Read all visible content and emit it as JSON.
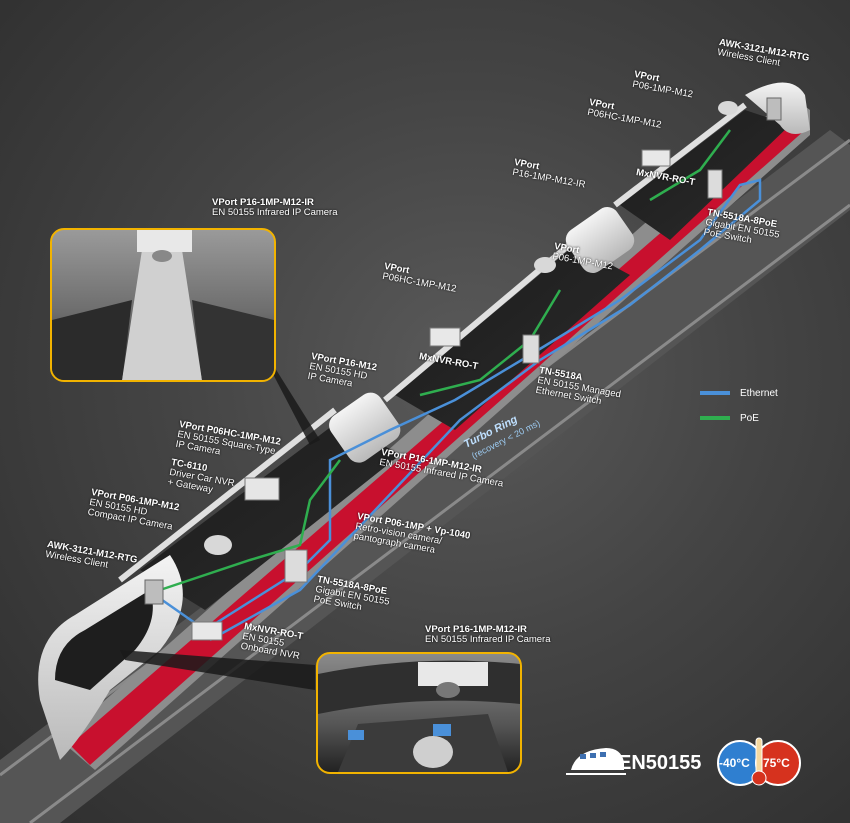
{
  "labels": {
    "awk_rear": {
      "title": "AWK-3121-M12-RTG",
      "lines": [
        "Wireless Client"
      ]
    },
    "vport_p06_rear": {
      "title": "VPort",
      "lines": [
        "P06-1MP-M12"
      ]
    },
    "vport_p06hc_rear": {
      "title": "VPort",
      "lines": [
        "P06HC-1MP-M12"
      ]
    },
    "vport_p16_rear": {
      "title": "VPort",
      "lines": [
        "P16-1MP-M12-IR"
      ]
    },
    "mxnvr_rear": {
      "title": "MxNVR-RO-T",
      "lines": []
    },
    "tn5518a_rear": {
      "title": "TN-5518A-8PoE",
      "lines": [
        "Gigabit EN 50155",
        "PoE Switch"
      ]
    },
    "vport_p06_mid": {
      "title": "VPort",
      "lines": [
        "P06-1MP-M12"
      ]
    },
    "vport_p06hc_mid": {
      "title": "VPort",
      "lines": [
        "P06HC-1MP-M12"
      ]
    },
    "mxnvr_mid": {
      "title": "MxNVR-RO-T",
      "lines": []
    },
    "tn5518a_mid": {
      "title": "TN-5518A",
      "lines": [
        "EN 50155 Managed",
        "Ethernet Switch"
      ]
    },
    "vport_p16m12": {
      "title": "VPort P16-M12",
      "lines": [
        "EN 50155 HD",
        "IP Camera"
      ]
    },
    "vport_p06hc_front": {
      "title": "VPort P06HC-1MP-M12",
      "lines": [
        "EN 50155 Square-Type",
        "IP Camera"
      ]
    },
    "tc6110": {
      "title": "TC-6110",
      "lines": [
        "Driver Car NVR",
        "+ Gateway"
      ]
    },
    "vport_p16_front": {
      "title": "VPort P16-1MP-M12-IR",
      "lines": [
        "EN 50155 Infrared IP Camera"
      ]
    },
    "vport_p06_front": {
      "title": "VPort P06-1MP-M12",
      "lines": [
        "EN 50155 HD",
        "Compact IP Camera"
      ]
    },
    "vport_p06_vp1040": {
      "title": "VPort P06-1MP + Vp-1040",
      "lines": [
        "Retro-vision camera/",
        "pantograph camera"
      ]
    },
    "awk_front": {
      "title": "AWK-3121-M12-RTG",
      "lines": [
        "Wireless Client"
      ]
    },
    "tn5518a_front": {
      "title": "TN-5518A-8PoE",
      "lines": [
        "Gigabit EN 50155",
        "PoE Switch"
      ]
    },
    "mxnvr_front": {
      "title": "MxNVR-RO-T",
      "lines": [
        "EN 50155",
        "Onboard NVR"
      ]
    },
    "inset_top_cam": {
      "title": "VPort P16-1MP-M12-IR",
      "lines": [
        "EN 50155 Infrared IP Camera"
      ]
    },
    "inset_bottom_cam": {
      "title": "VPort P16-1MP-M12-IR",
      "lines": [
        "EN 50155 Infrared IP Camera"
      ]
    }
  },
  "turbo_ring": {
    "title": "Turbo Ring",
    "subtitle": "(recovery < 20 ms)"
  },
  "legend": {
    "items": [
      {
        "label": "Ethernet",
        "color": "#4a90d9"
      },
      {
        "label": "PoE",
        "color": "#2fae4f"
      }
    ]
  },
  "badges": {
    "standard": "EN50155",
    "temp_low": "-40°C",
    "temp_high": "75°C"
  },
  "colors": {
    "accent": "#f2b300",
    "train_red": "#c8102e",
    "ethernet": "#4a90d9",
    "poe": "#2fae4f"
  }
}
